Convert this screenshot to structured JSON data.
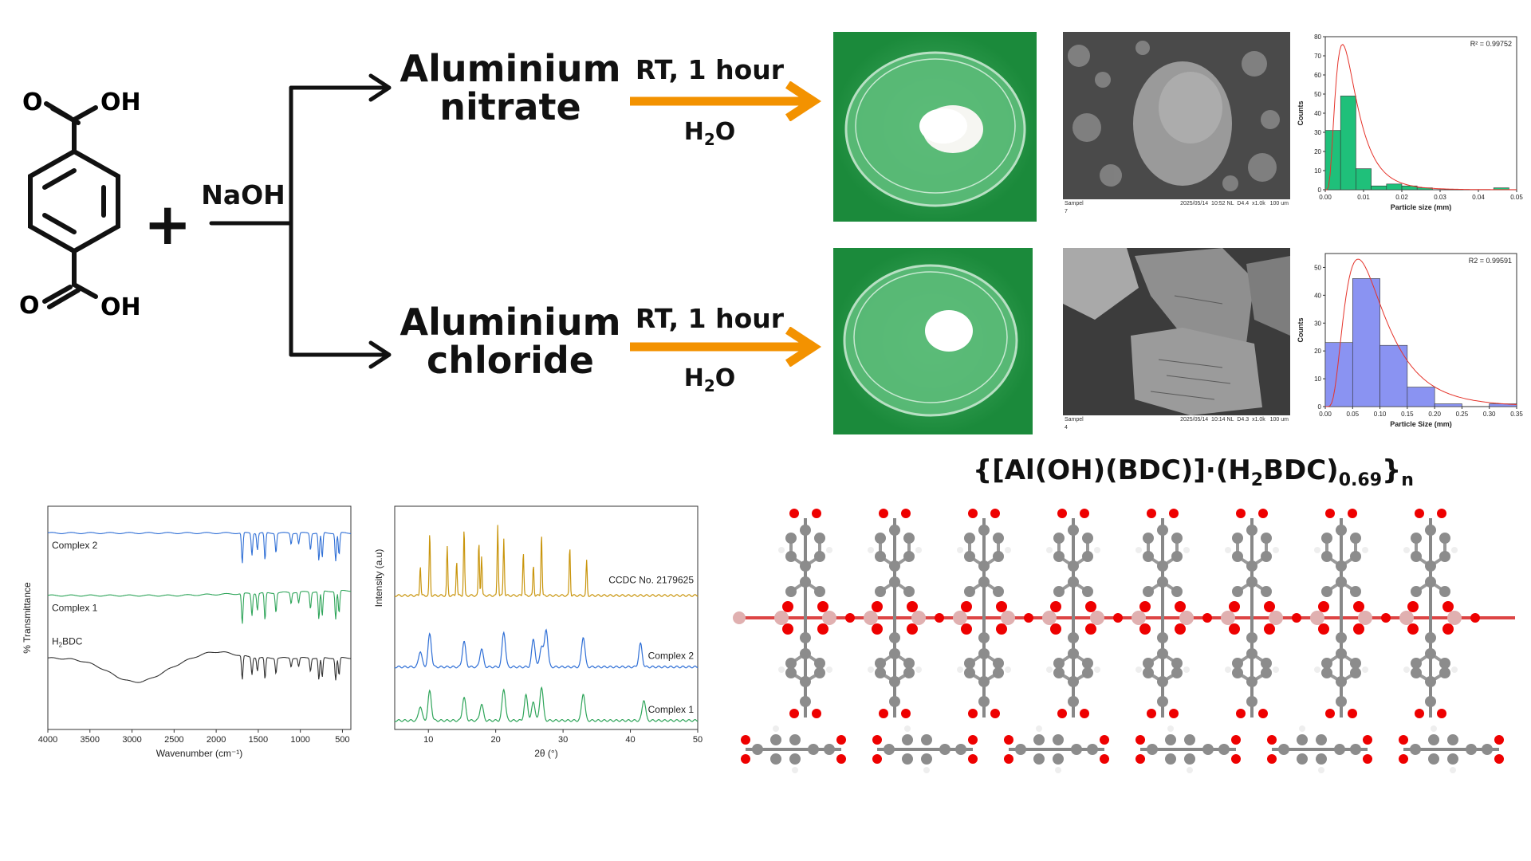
{
  "reaction": {
    "acid_o_top": "O",
    "acid_oh_top": "OH",
    "acid_o_bottom": "O",
    "acid_oh_bottom": "OH",
    "plus": "+",
    "base": "NaOH",
    "route1_reagent_line1": "Aluminium",
    "route1_reagent_line2": "nitrate",
    "route2_reagent_line1": "Aluminium",
    "route2_reagent_line2": "chloride",
    "route1_condition": "RT, 1 hour",
    "route2_condition": "RT, 1 hour",
    "solvent_h": "H",
    "solvent_sub": "2",
    "solvent_o": "O",
    "arrow_color": "#f39200"
  },
  "sem": {
    "top": {
      "sample": "Sampel",
      "sample_no": "7",
      "date": "2025/05/14",
      "time": "10:52",
      "mode": "NL",
      "wd": "D4.4",
      "mag": "x1.0k",
      "scale": "100 um"
    },
    "bottom": {
      "sample": "Sampel",
      "sample_no": "4",
      "date": "2025/05/14",
      "time": "10:14",
      "mode": "NL",
      "wd": "D4.3",
      "mag": "x1.0k",
      "scale": "100 um"
    }
  },
  "formula": {
    "part1": "{[Al(OH)(BDC)]·(H",
    "sub1": "2",
    "part2": "BDC)",
    "sub2": "0.69",
    "part3": "}",
    "sub3": "n"
  },
  "chart_data": [
    {
      "type": "bar",
      "xlabel": "Particle size (mm)",
      "ylabel": "Counts",
      "annotation": "R² = 0.99752",
      "xlim": [
        0,
        0.05
      ],
      "ylim": [
        0,
        80
      ],
      "xticks": [
        "0.00",
        "0.01",
        "0.02",
        "0.03",
        "0.04",
        "0.05"
      ],
      "yticks": [
        "0",
        "10",
        "20",
        "30",
        "40",
        "50",
        "60",
        "70",
        "80"
      ],
      "bin_width": 0.004,
      "bin_starts": [
        0.0,
        0.004,
        0.008,
        0.012,
        0.016,
        0.02,
        0.024,
        0.028,
        0.032,
        0.036,
        0.04,
        0.044
      ],
      "values": [
        31,
        49,
        11,
        2,
        3,
        2,
        1,
        0,
        0,
        0,
        0,
        1
      ],
      "fit_peak": 0.0045,
      "fit_max": 76,
      "bar_color": "#1fc07a"
    },
    {
      "type": "bar",
      "xlabel": "Particle Size (mm)",
      "ylabel": "Counts",
      "annotation": "R2 = 0.99591",
      "xlim": [
        0,
        0.35
      ],
      "ylim": [
        0,
        55
      ],
      "xticks": [
        "0.00",
        "0.05",
        "0.10",
        "0.15",
        "0.20",
        "0.25",
        "0.30",
        "0.35"
      ],
      "yticks": [
        "0",
        "10",
        "20",
        "30",
        "40",
        "50"
      ],
      "bin_width": 0.05,
      "bin_starts": [
        0.0,
        0.05,
        0.1,
        0.15,
        0.2,
        0.25,
        0.3
      ],
      "values": [
        23,
        46,
        22,
        7,
        1,
        0,
        1
      ],
      "fit_peak": 0.06,
      "fit_max": 53,
      "bar_color": "#8a93f2"
    },
    {
      "type": "line",
      "xlabel": "Wavenumber (cm⁻¹)",
      "ylabel": "% Transmittance",
      "xlim": [
        4000,
        400
      ],
      "xticks": [
        "4000",
        "3500",
        "3000",
        "2500",
        "2000",
        "1500",
        "1000",
        "500"
      ],
      "series": [
        {
          "name": "Complex 2",
          "color": "#2f6fd6",
          "baseline": 0.12
        },
        {
          "name": "Complex 1",
          "color": "#2fa55a",
          "baseline": 0.4
        },
        {
          "name": "H2BDC",
          "name_h": "H",
          "name_sub": "2",
          "name_rest": "BDC",
          "color": "#333333",
          "baseline": 0.68
        }
      ]
    },
    {
      "type": "line",
      "xlabel": "2θ (°)",
      "ylabel": "Intensity (a.u)",
      "xlim": [
        5,
        50
      ],
      "xticks": [
        "10",
        "20",
        "30",
        "40",
        "50"
      ],
      "series": [
        {
          "name": "CCDC No. 2179625",
          "color": "#c9950c",
          "peaks": [
            8.8,
            10.2,
            12.8,
            14.2,
            15.3,
            17.5,
            17.9,
            20.3,
            21.2,
            24.1,
            25.6,
            26.8,
            31.0,
            33.5
          ]
        },
        {
          "name": "Complex 2",
          "color": "#2f6fd6",
          "peaks": [
            8.8,
            10.2,
            15.3,
            17.9,
            21.2,
            25.6,
            26.8,
            27.5,
            33.0,
            41.5
          ]
        },
        {
          "name": "Complex 1",
          "color": "#2fa55a",
          "peaks": [
            8.8,
            10.2,
            15.3,
            17.9,
            21.2,
            24.5,
            25.6,
            26.8,
            33.0,
            42.0
          ]
        }
      ]
    }
  ]
}
